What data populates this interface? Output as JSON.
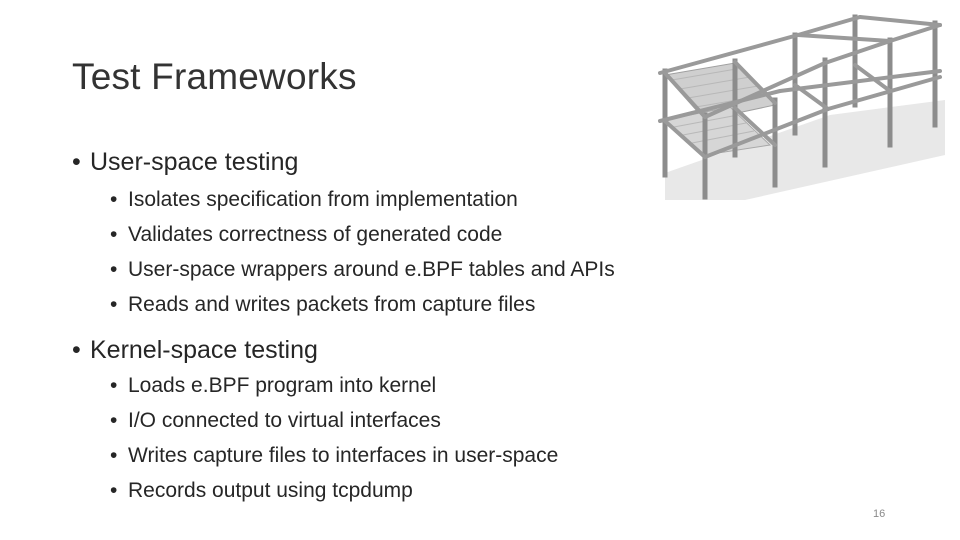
{
  "slide": {
    "title": "Test Frameworks",
    "page_number": "16",
    "bullet_char": "•",
    "sections": [
      {
        "heading": "User-space testing",
        "items": [
          "Isolates specification from implementation",
          "Validates correctness of generated code",
          "User-space wrappers around e.BPF tables and APIs",
          "Reads and writes packets from capture files"
        ]
      },
      {
        "heading": "Kernel-space testing",
        "items": [
          "Loads e.BPF program into kernel",
          "I/O connected to virtual interfaces",
          "Writes capture files to interfaces in user-space",
          "Records output using tcpdump"
        ]
      }
    ],
    "illustration": {
      "icon": "building-frame-icon",
      "colors": {
        "beam": "#8c8c8c",
        "slab": "#c8c8c8",
        "shadow": "#e6e6e6"
      }
    }
  }
}
